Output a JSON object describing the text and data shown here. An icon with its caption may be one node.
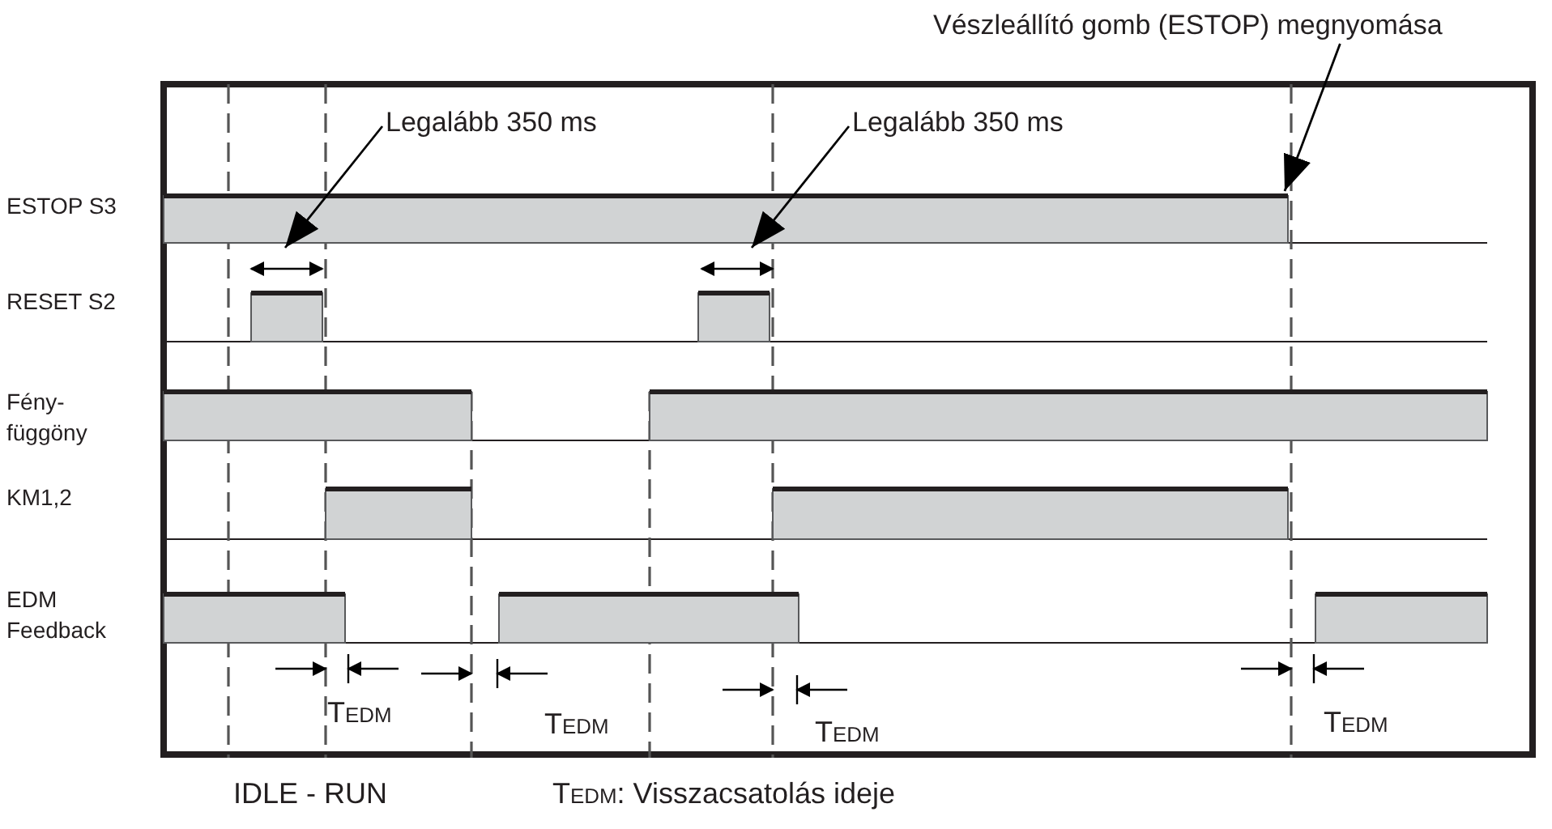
{
  "diagram": {
    "nodes": [
      {
        "text": [
          "Vészleállító gomb (ESTOP) megnyomása"
        ]
      },
      {
        "text": [
          "Legalább 350 ms"
        ]
      },
      {
        "text": [
          "Legalább 350 ms"
        ]
      }
    ],
    "edges": [
      {
        "from": 0,
        "to": null,
        "arrow": "to"
      },
      {
        "from": 1,
        "to": null,
        "arrow": "to"
      },
      {
        "from": 2,
        "to": null,
        "arrow": "to"
      }
    ],
    "labels": [
      "ESTOP S3",
      "RESET S2",
      "Fény- függöny",
      "KM1,2",
      "EDM Feedback",
      "T$_{EDM}$",
      "T$_{EDM}$",
      "T$_{EDM}$",
      "T$_{EDM}$",
      "IDLE - RUN",
      "T$_{EDM}$: Visszacsatolás ideje"
    ]
  }
}
